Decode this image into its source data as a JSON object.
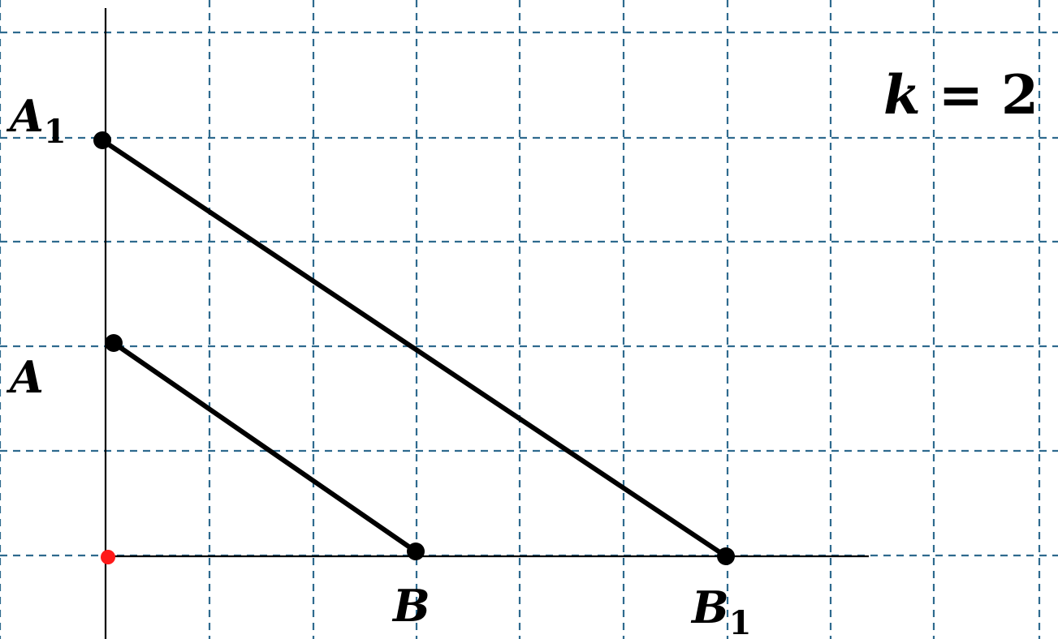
{
  "formula": {
    "variable": "k",
    "relation": "=",
    "value": "2"
  },
  "points": {
    "A": {
      "letter": "A",
      "subscript": ""
    },
    "B": {
      "letter": "B",
      "subscript": ""
    },
    "A1": {
      "letter": "A",
      "subscript": "1"
    },
    "B1": {
      "letter": "B",
      "subscript": "1"
    }
  },
  "colors": {
    "grid": "#2e6a8e",
    "ink": "#000000",
    "origin": "#ff1a1a"
  }
}
